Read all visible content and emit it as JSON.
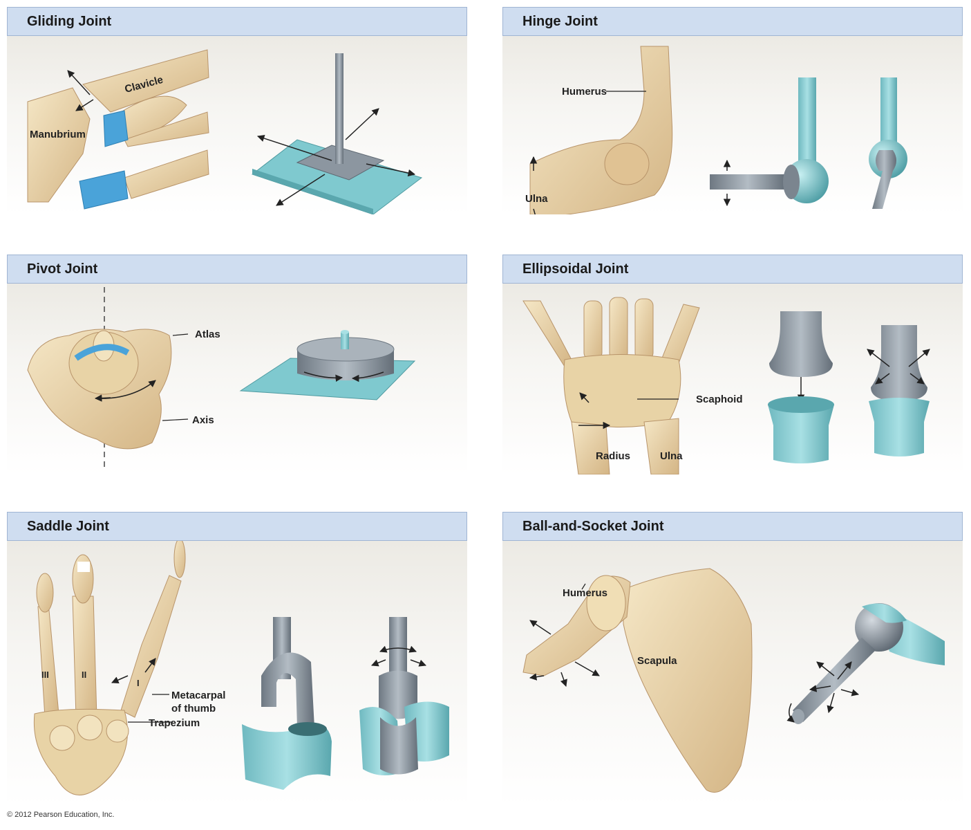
{
  "panels": {
    "gliding": {
      "title": "Gliding Joint",
      "labels": {
        "clavicle": "Clavicle",
        "manubrium": "Manubrium"
      }
    },
    "hinge": {
      "title": "Hinge Joint",
      "labels": {
        "humerus": "Humerus",
        "ulna": "Ulna"
      }
    },
    "pivot": {
      "title": "Pivot Joint",
      "labels": {
        "atlas": "Atlas",
        "axis": "Axis"
      }
    },
    "ellipsoidal": {
      "title": "Ellipsoidal Joint",
      "labels": {
        "scaphoid": "Scaphoid",
        "radius": "Radius",
        "ulna": "Ulna"
      }
    },
    "saddle": {
      "title": "Saddle Joint",
      "labels": {
        "metacarpal_line1": "Metacarpal",
        "metacarpal_line2": "of thumb",
        "trapezium": "Trapezium",
        "numeral_iii": "III",
        "numeral_ii": "II",
        "numeral_i": "I"
      }
    },
    "ball_socket": {
      "title": "Ball-and-Socket Joint",
      "labels": {
        "humerus": "Humerus",
        "scapula": "Scapula"
      }
    }
  },
  "copyright": "© 2012 Pearson Education, Inc.",
  "colors": {
    "header_bg": "#cfddf0",
    "bone": "#ecd9b0",
    "bone_shade": "#c9a977",
    "cartilage": "#4aa3d9",
    "model_teal": "#7fc9cf",
    "model_gray": "#8c96a0"
  }
}
